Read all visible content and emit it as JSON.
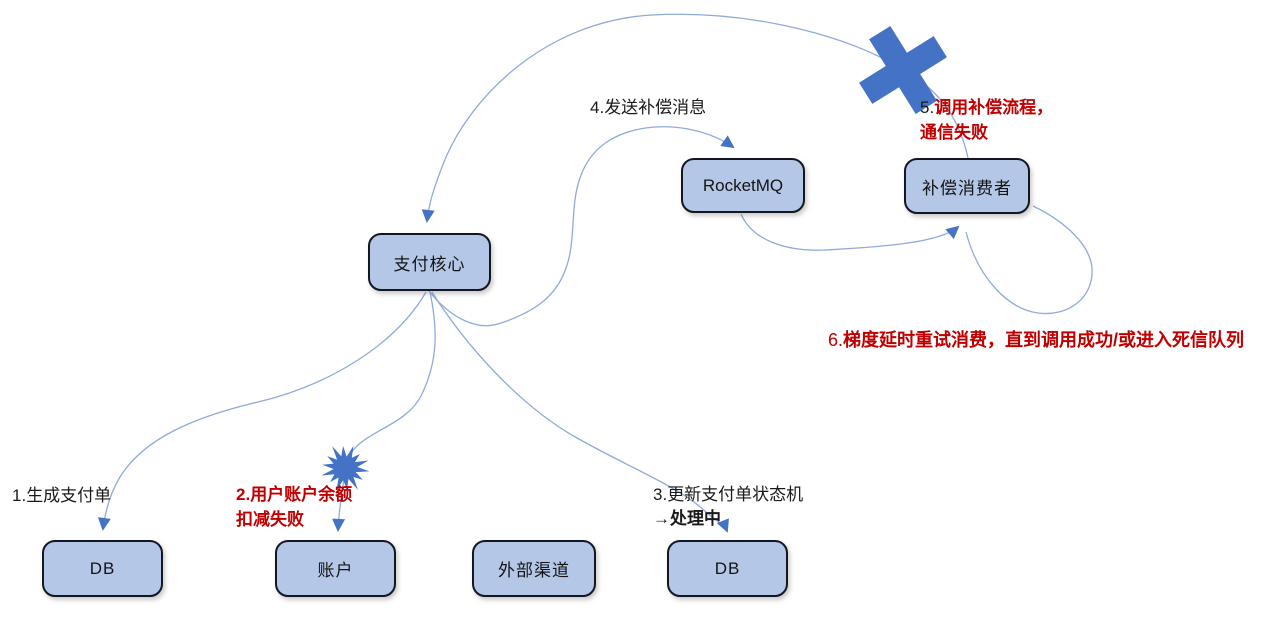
{
  "nodes": {
    "payment_core": {
      "label": "支付核心"
    },
    "rocketmq": {
      "label": "RocketMQ"
    },
    "compensation_consumer": {
      "label": "补偿消费者"
    },
    "db_left": {
      "label": "DB"
    },
    "account": {
      "label": "账户"
    },
    "external_channel": {
      "label": "外部渠道"
    },
    "db_right": {
      "label": "DB"
    }
  },
  "annotations": {
    "step1": {
      "prefix": "1.",
      "text": "生成支付单"
    },
    "step2": {
      "prefix": "2.",
      "line1": "用户账户余额",
      "line2": "扣减失败"
    },
    "step3": {
      "prefix": "3.",
      "line1": "更新支付单状态机",
      "line2": "→处理中"
    },
    "step4": {
      "prefix": "4.",
      "text": "发送补偿消息"
    },
    "step5": {
      "prefix": "5.",
      "line1": "调用补偿流程，",
      "line2": "通信失败"
    },
    "step6": {
      "prefix": "6.",
      "text": "梯度延时重试消费，直到调用成功/或进入死信队列"
    }
  },
  "colors": {
    "node_fill": "#b4c7e7",
    "node_border": "#131720",
    "connector": "#8faadc",
    "arrowhead": "#4472c4",
    "failure_shape": "#4472c4",
    "alert_text": "#c00000",
    "body_text": "#1a1a1a",
    "background": "#ffffff"
  }
}
